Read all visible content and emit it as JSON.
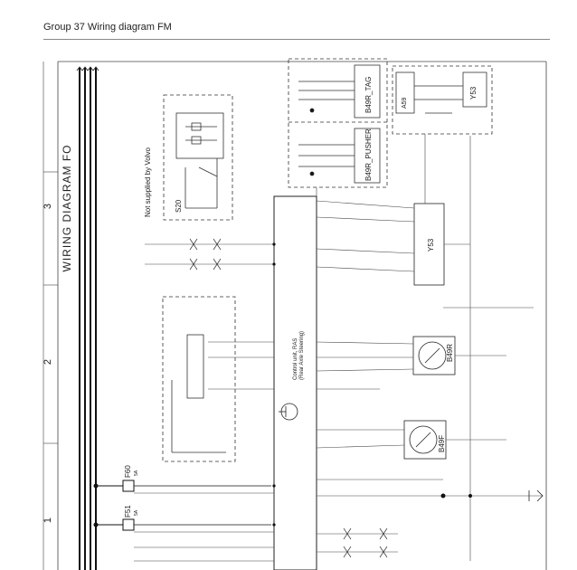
{
  "header": {
    "title": "Group 37 Wiring diagram FM"
  },
  "diagram": {
    "main_title": "WIRING DIAGRAM FO",
    "zones": [
      "1",
      "2",
      "3"
    ],
    "note": "Not supplied by Volvo",
    "control_unit": "Control unit, RAS\n(Rear Axle Steering)",
    "components": {
      "s20": "S20",
      "b49r_tag": "B49R_TAG",
      "b49r_pusher": "B49R_PUSHER",
      "a59": "A59",
      "y53_top": "Y53",
      "y53": "Y53",
      "b49r": "B49R",
      "b49f": "B49F",
      "f51": "F51",
      "f60": "F60",
      "fuse_rating": "5A"
    }
  }
}
